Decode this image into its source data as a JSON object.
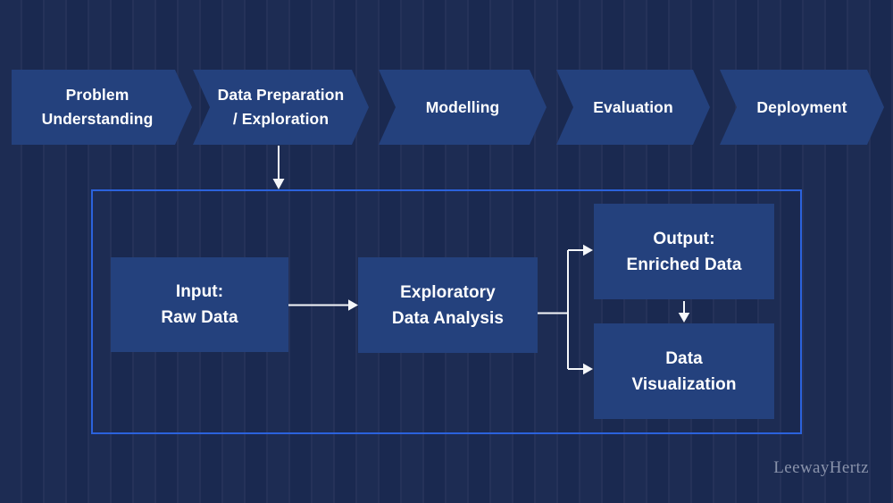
{
  "pipeline": {
    "steps": [
      {
        "label": "Problem\nUnderstanding"
      },
      {
        "label": "Data Preparation\n/ Exploration"
      },
      {
        "label": "Modelling"
      },
      {
        "label": "Evaluation"
      },
      {
        "label": "Deployment"
      }
    ]
  },
  "detail": {
    "boxes": [
      {
        "id": "input",
        "label": "Input:\nRaw Data"
      },
      {
        "id": "eda",
        "label": "Exploratory\nData Analysis"
      },
      {
        "id": "output",
        "label": "Output:\nEnriched Data"
      },
      {
        "id": "dataviz",
        "label": "Data\nVisualization"
      }
    ]
  },
  "watermark": "LeewayHertz",
  "colors": {
    "background_base": "#1b2a51",
    "background_stripe": "#253259",
    "shape_fill": "#24417d",
    "container_border": "#2b62dc",
    "arrow": "#f5f7fa",
    "text": "#ffffff",
    "watermark_text": "#8a93ab"
  }
}
